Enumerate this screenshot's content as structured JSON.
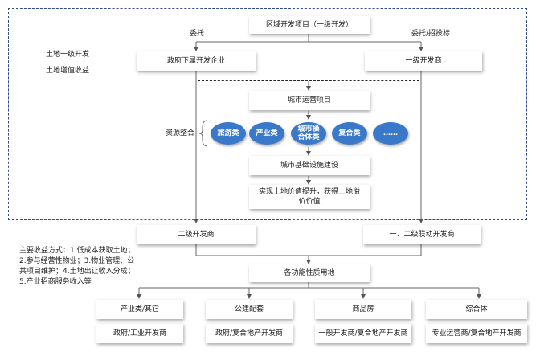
{
  "top": {
    "regional_project": "区域开发项目（一级开发）",
    "entrust_left": "委托",
    "entrust_right": "委托/招投标",
    "gov_enterprise": "政府下属开发企业",
    "primary_developer": "一级开发商"
  },
  "left_labels": {
    "line1": "土地一级开发",
    "line2": "土地增值收益"
  },
  "inner": {
    "city_project": "城市运营项目",
    "resource_integration": "资源整合",
    "ovals": [
      "旅游类",
      "产业类",
      "城市操合体类",
      "复合类",
      "……"
    ],
    "infrastructure": "城市基础设施建设",
    "value_up": "实现土地价值提升，获得土地溢价价值"
  },
  "secondary": {
    "secondary_developer": "二级开发商",
    "linked_developer": "一、二级联动开发商",
    "income_text": "主要收益方式：1.低成本获取土地；2.参与经营性物业；3.物业管理、公共项目维护；4.土地出让收入分成；5.产业招商服务收入等",
    "functional_land": "各功能性质用地"
  },
  "categories": [
    {
      "title": "产业类/其它",
      "developer": "政府/工业开发商"
    },
    {
      "title": "公建配套",
      "developer": "政府/复合地产开发商"
    },
    {
      "title": "商品房",
      "developer": "一般开发商/复合地产开发商"
    },
    {
      "title": "综合体",
      "developer": "专业运营商/复合地产开发商"
    }
  ],
  "colors": {
    "oval_fill": "#3a78c9",
    "dash_border": "#2f4a8a",
    "arrow": "#555555"
  }
}
